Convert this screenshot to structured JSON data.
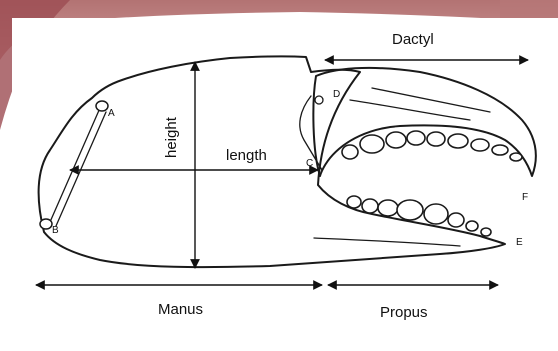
{
  "labels": {
    "dactyl": "Dactyl",
    "height": "height",
    "length": "length",
    "manus": "Manus",
    "propus": "Propus",
    "point_a": "A",
    "point_b": "B",
    "point_c": "C",
    "point_d": "D",
    "point_e": "E",
    "point_f": "F"
  }
}
